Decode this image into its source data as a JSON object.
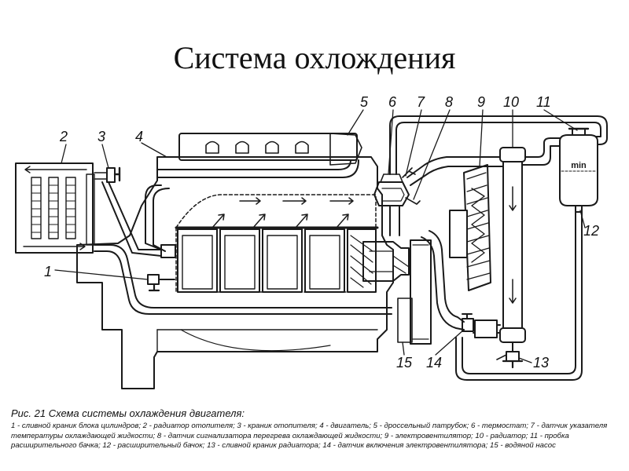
{
  "title": "Система охлождения",
  "diagram": {
    "labels": [
      "1",
      "2",
      "3",
      "4",
      "5",
      "6",
      "7",
      "8",
      "9",
      "10",
      "11",
      "12",
      "13",
      "14",
      "15"
    ],
    "tank_text": "min"
  },
  "caption": {
    "title": "Рис. 21 Схема системы охлаждения двигателя:",
    "legend": "1 - сливной краник блока цилиндров; 2 - радиатор отопителя; 3 - краник отопителя; 4 - двигатель; 5 - дроссельный патрубок; 6 - термостат; 7 - датчик указателя температуры охлаждающей жидкости; 8 - датчик сигнализатора перегрева охлаждающей жидкости; 9 - электровентилятор; 10 - радиатор; 11 - пробка расширительного бачка; 12 - расширительный бачок; 13 - сливной краник радиатора; 14 - датчик включения электровентилятора; 15 - водяной насос"
  }
}
